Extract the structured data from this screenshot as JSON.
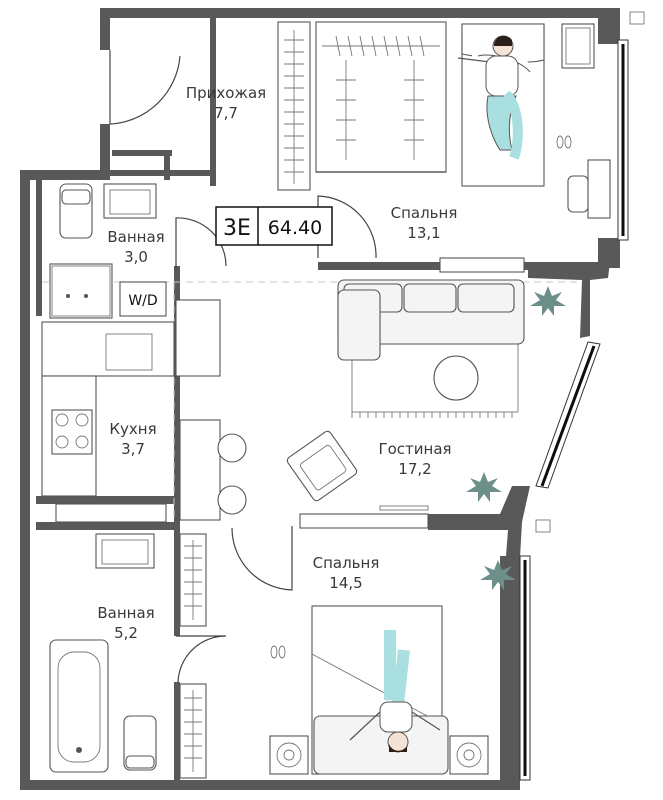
{
  "plan": {
    "apartment_code": "3E",
    "total_area": "64.40",
    "utility_label": "W/D"
  },
  "rooms": [
    {
      "name": "Прихожая",
      "area": "7,7"
    },
    {
      "name": "Спальня",
      "area": "13,1"
    },
    {
      "name": "Ванная",
      "area": "3,0"
    },
    {
      "name": "Кухня",
      "area": "3,7"
    },
    {
      "name": "Гостиная",
      "area": "17,2"
    },
    {
      "name": "Спальня",
      "area": "14,5"
    },
    {
      "name": "Ванная",
      "area": "5,2"
    }
  ],
  "colors": {
    "wall": "#595959",
    "person_hair": "#2b1f1a",
    "person_shirt": "#ffffff",
    "person_pants": "#a9dfe0",
    "plant": "#6d8f8a"
  }
}
